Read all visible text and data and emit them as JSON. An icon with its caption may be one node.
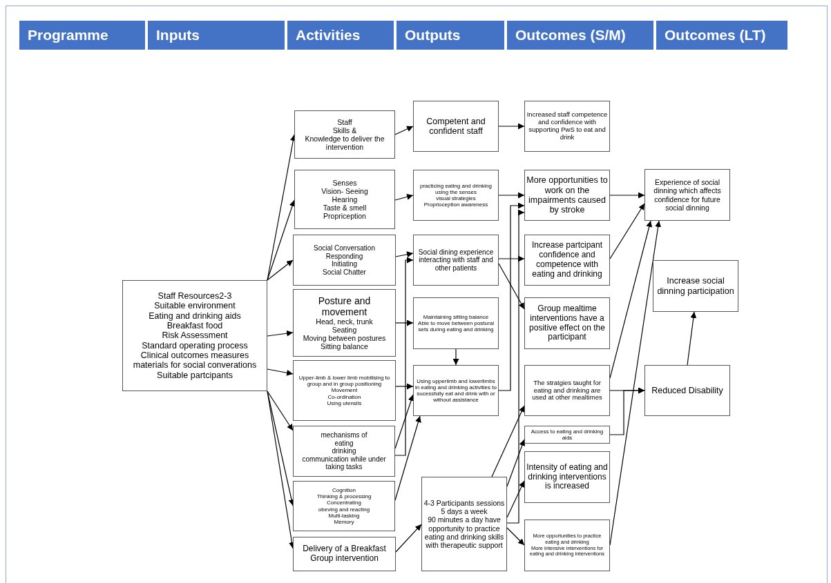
{
  "diagram": {
    "nodes": [
      {
        "text": [
          "Programme"
        ]
      },
      {
        "text": [
          "Inputs"
        ]
      },
      {
        "text": [
          "Activities"
        ]
      },
      {
        "text": [
          "Outputs"
        ]
      },
      {
        "text": [
          "Outcomes (S/M)"
        ]
      },
      {
        "text": [
          "Outcomes (LT)"
        ]
      },
      {
        "text": [
          "Staff Resources2-3",
          "Suitable environment",
          "Eating and drinking aids",
          "Breakfast food",
          "Risk Assessment",
          "Standard operating process",
          "Clinical outcomes measures",
          "materials for social converations",
          "Suitable partcipants"
        ]
      },
      {
        "text": [
          "Staff",
          "Skills &",
          "Knowledge to deliver the intervention"
        ]
      },
      {
        "text": [
          "Senses",
          "Vision- Seeing",
          "Hearing",
          "Taste & smell",
          "Propriception"
        ]
      },
      {
        "text": [
          "Social Conversation",
          "Responding",
          "Initiating",
          "Social Chatter"
        ]
      },
      {
        "text": [
          "Posture and movement",
          "Head, neck, trunk",
          "Seating",
          "Moving between postures",
          "Sitting balance"
        ]
      },
      {
        "text": [
          "Upper-limb & lower limb mobilising to group and in group positioning",
          "Movement",
          "Co-ordination",
          "Using utensils"
        ]
      },
      {
        "text": [
          "mechanisms of",
          "eating",
          "drinking",
          "communication while under taking tasks"
        ]
      },
      {
        "text": [
          "Cognition",
          "Thinking & processing",
          "Concentrating",
          "obeving and reacting",
          "Multi-tasking",
          "Memory"
        ]
      },
      {
        "text": [
          "Delivery of a Breakfast Group intervention"
        ]
      },
      {
        "text": [
          "Competent and confident staff"
        ]
      },
      {
        "text": [
          "practicing eating and drinking using the senses",
          "visual strategies",
          "Proprioception awareness"
        ]
      },
      {
        "text": [
          "Social dining experience",
          "interacting with staff and other patients"
        ]
      },
      {
        "text": [
          "Maintaining sitting balance",
          "Able to move between postural sets during eating and drinking"
        ]
      },
      {
        "text": [
          "Using upperlimb and lowerlimbs in eating and drinking activities to sucessfully eat and drink with or without assistance"
        ]
      },
      {
        "text": [
          "4-3 Participants sessions 5 days a week",
          "90 minutes a day have opportunity to practice eating and drinking skills with therapeutic support"
        ]
      },
      {
        "text": [
          "Increased staff competence and confidence with supporting PwS to eat and drink"
        ]
      },
      {
        "text": [
          "More opportunities to work on the impairments caused by stroke"
        ]
      },
      {
        "text": [
          "Increase partcipant confidence and competence with eating and drinking"
        ]
      },
      {
        "text": [
          "Group mealtime interventions have a positive effect on the participant"
        ]
      },
      {
        "text": [
          "The stratgies taught for eating and drinking are used at other mealtimes"
        ]
      },
      {
        "text": [
          "Access to eating and drinking aids"
        ]
      },
      {
        "text": [
          "Intensity of eating and drinking interventions is increased"
        ]
      },
      {
        "text": [
          "More opportunities to practice eating and drinking",
          "More intensive interventions for eating and drinking interventions"
        ]
      },
      {
        "text": [
          "Experience of social dinning which affects confidence for future social dinning"
        ]
      },
      {
        "text": [
          "Increase social dinning participation"
        ]
      },
      {
        "text": [
          "Reduced Disability"
        ]
      }
    ],
    "edges": [
      {
        "from": 6,
        "to": 7,
        "arrow": "to"
      },
      {
        "from": 6,
        "to": 8,
        "arrow": "to"
      },
      {
        "from": 6,
        "to": 9,
        "arrow": "to"
      },
      {
        "from": 6,
        "to": 10,
        "arrow": "to"
      },
      {
        "from": 6,
        "to": 11,
        "arrow": "to"
      },
      {
        "from": 6,
        "to": 12,
        "arrow": "to"
      },
      {
        "from": 6,
        "to": 13,
        "arrow": "to"
      },
      {
        "from": 6,
        "to": 14,
        "arrow": "to"
      },
      {
        "from": 7,
        "to": 15,
        "arrow": "to"
      },
      {
        "from": 15,
        "to": 21,
        "arrow": "to"
      },
      {
        "from": 8,
        "to": 16,
        "arrow": "to"
      },
      {
        "from": 16,
        "to": 22,
        "arrow": "to"
      },
      {
        "from": 9,
        "to": 17,
        "arrow": "to"
      },
      {
        "from": 12,
        "to": 17,
        "arrow": "to"
      },
      {
        "from": 12,
        "to": 19,
        "arrow": "to"
      },
      {
        "from": 13,
        "to": 19,
        "arrow": "to"
      },
      {
        "from": 10,
        "to": 18,
        "arrow": "to"
      },
      {
        "from": 11,
        "to": 19,
        "arrow": "to"
      },
      {
        "from": 18,
        "to": 19,
        "arrow": "to"
      },
      {
        "from": 19,
        "to": 22,
        "arrow": "to"
      },
      {
        "from": 17,
        "to": 23,
        "arrow": "to"
      },
      {
        "from": 17,
        "to": 24,
        "arrow": "to"
      },
      {
        "from": 20,
        "to": 25,
        "arrow": "to"
      },
      {
        "from": 20,
        "to": 26,
        "arrow": "to"
      },
      {
        "from": 20,
        "to": 27,
        "arrow": "to"
      },
      {
        "from": 20,
        "to": 28,
        "arrow": "to"
      },
      {
        "from": 20,
        "to": 22,
        "arrow": "to"
      },
      {
        "from": 22,
        "to": 29,
        "arrow": "to"
      },
      {
        "from": 23,
        "to": 29,
        "arrow": "to"
      },
      {
        "from": 25,
        "to": 29,
        "arrow": "to"
      },
      {
        "from": 28,
        "to": 29,
        "arrow": "to"
      },
      {
        "from": 25,
        "to": 31,
        "arrow": "to"
      },
      {
        "from": 26,
        "to": 31,
        "arrow": "to"
      },
      {
        "from": 31,
        "to": 30,
        "arrow": "to"
      },
      {
        "from": 14,
        "to": 20,
        "arrow": "to"
      }
    ]
  }
}
